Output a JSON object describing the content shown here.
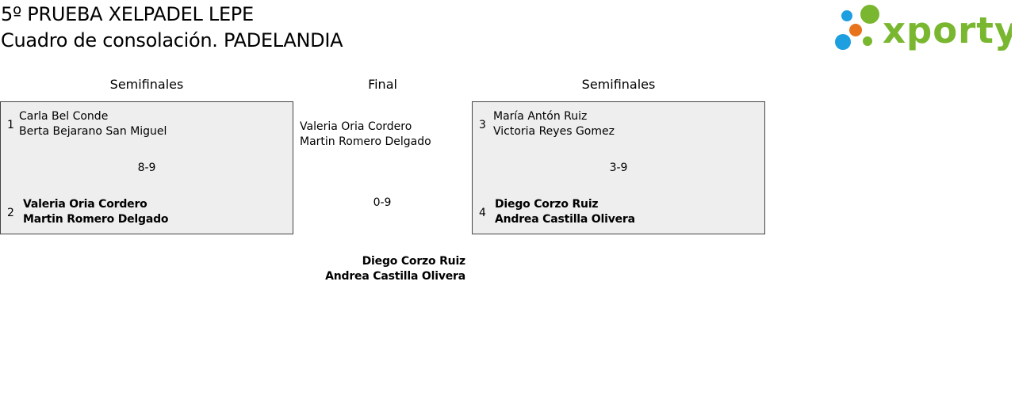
{
  "header": {
    "title": "5º PRUEBA XELPADEL LEPE",
    "subtitle": "Cuadro de consolación. PADELANDIA"
  },
  "logo": {
    "text": "xporty",
    "colors": {
      "green": "#7ab730",
      "blue": "#1e9fe0",
      "orange": "#e8731c"
    }
  },
  "rounds": {
    "left_label": "Semifinales",
    "final_label": "Final",
    "right_label": "Semifinales"
  },
  "matches": {
    "left": {
      "top": {
        "seed": "1",
        "players": [
          "Carla Bel Conde",
          "Berta Bejarano San Miguel"
        ]
      },
      "bottom": {
        "seed": "2",
        "players": [
          "Valeria Oria Cordero",
          "Martin Romero Delgado"
        ]
      },
      "score": "8-9"
    },
    "right": {
      "top": {
        "seed": "3",
        "players": [
          "María Antón Ruiz",
          "Victoria Reyes Gomez"
        ]
      },
      "bottom": {
        "seed": "4",
        "players": [
          "Diego Corzo Ruiz",
          "Andrea Castilla Olivera"
        ]
      },
      "score": "3-9"
    }
  },
  "final": {
    "finalist_left": [
      "Valeria Oria Cordero",
      "Martin Romero Delgado"
    ],
    "score": "0-9",
    "champion": [
      "Diego Corzo Ruiz",
      "Andrea Castilla Olivera"
    ]
  }
}
